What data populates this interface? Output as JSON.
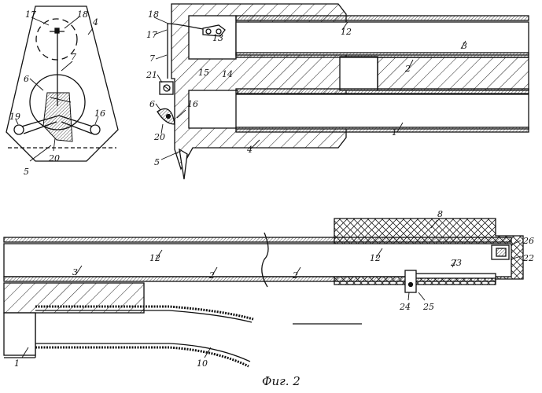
{
  "figure": {
    "caption": "Фиг. 2"
  },
  "labels": {
    "l1": "1",
    "l2": "2",
    "l3": "3",
    "l4": "4",
    "l5": "5",
    "l6": "6",
    "l7": "7",
    "l8": "8",
    "l10": "10",
    "l12": "12",
    "l13": "13",
    "l14": "14",
    "l15": "15",
    "l16": "16",
    "l17": "17",
    "l18": "18",
    "l19": "19",
    "l20": "20",
    "l21": "21",
    "l22": "22",
    "l23": "23",
    "l24": "24",
    "l25": "25",
    "l26": "26"
  }
}
